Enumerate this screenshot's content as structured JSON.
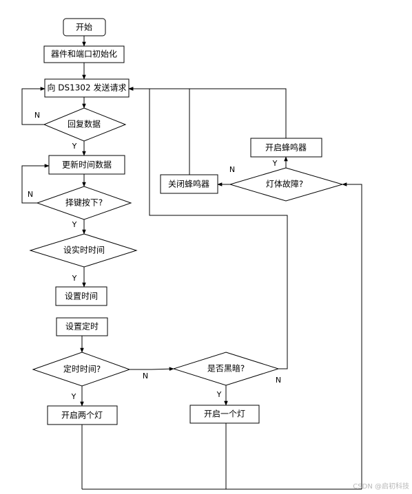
{
  "nodes": {
    "start": "开始",
    "init": "器件和端口初始化",
    "send_request": "向 DS1302 发送请求",
    "reply_data": "回复数据",
    "update_time": "更新时间数据",
    "key_pressed": "择键按下?",
    "set_real_time": "设实时时间",
    "set_time": "设置时间",
    "set_timer": "设置定时",
    "timer_time": "定时时间?",
    "is_dark": "是否黑暗?",
    "turn_on_two": "开启两个灯",
    "turn_on_one": "开启一个灯",
    "lamp_fault": "灯体故障?",
    "turn_off_buzzer": "关闭蜂鸣器",
    "turn_on_buzzer": "开启蜂鸣器"
  },
  "labels": {
    "yes": "Y",
    "no": "N"
  },
  "watermark": "CSDN @启初科技"
}
